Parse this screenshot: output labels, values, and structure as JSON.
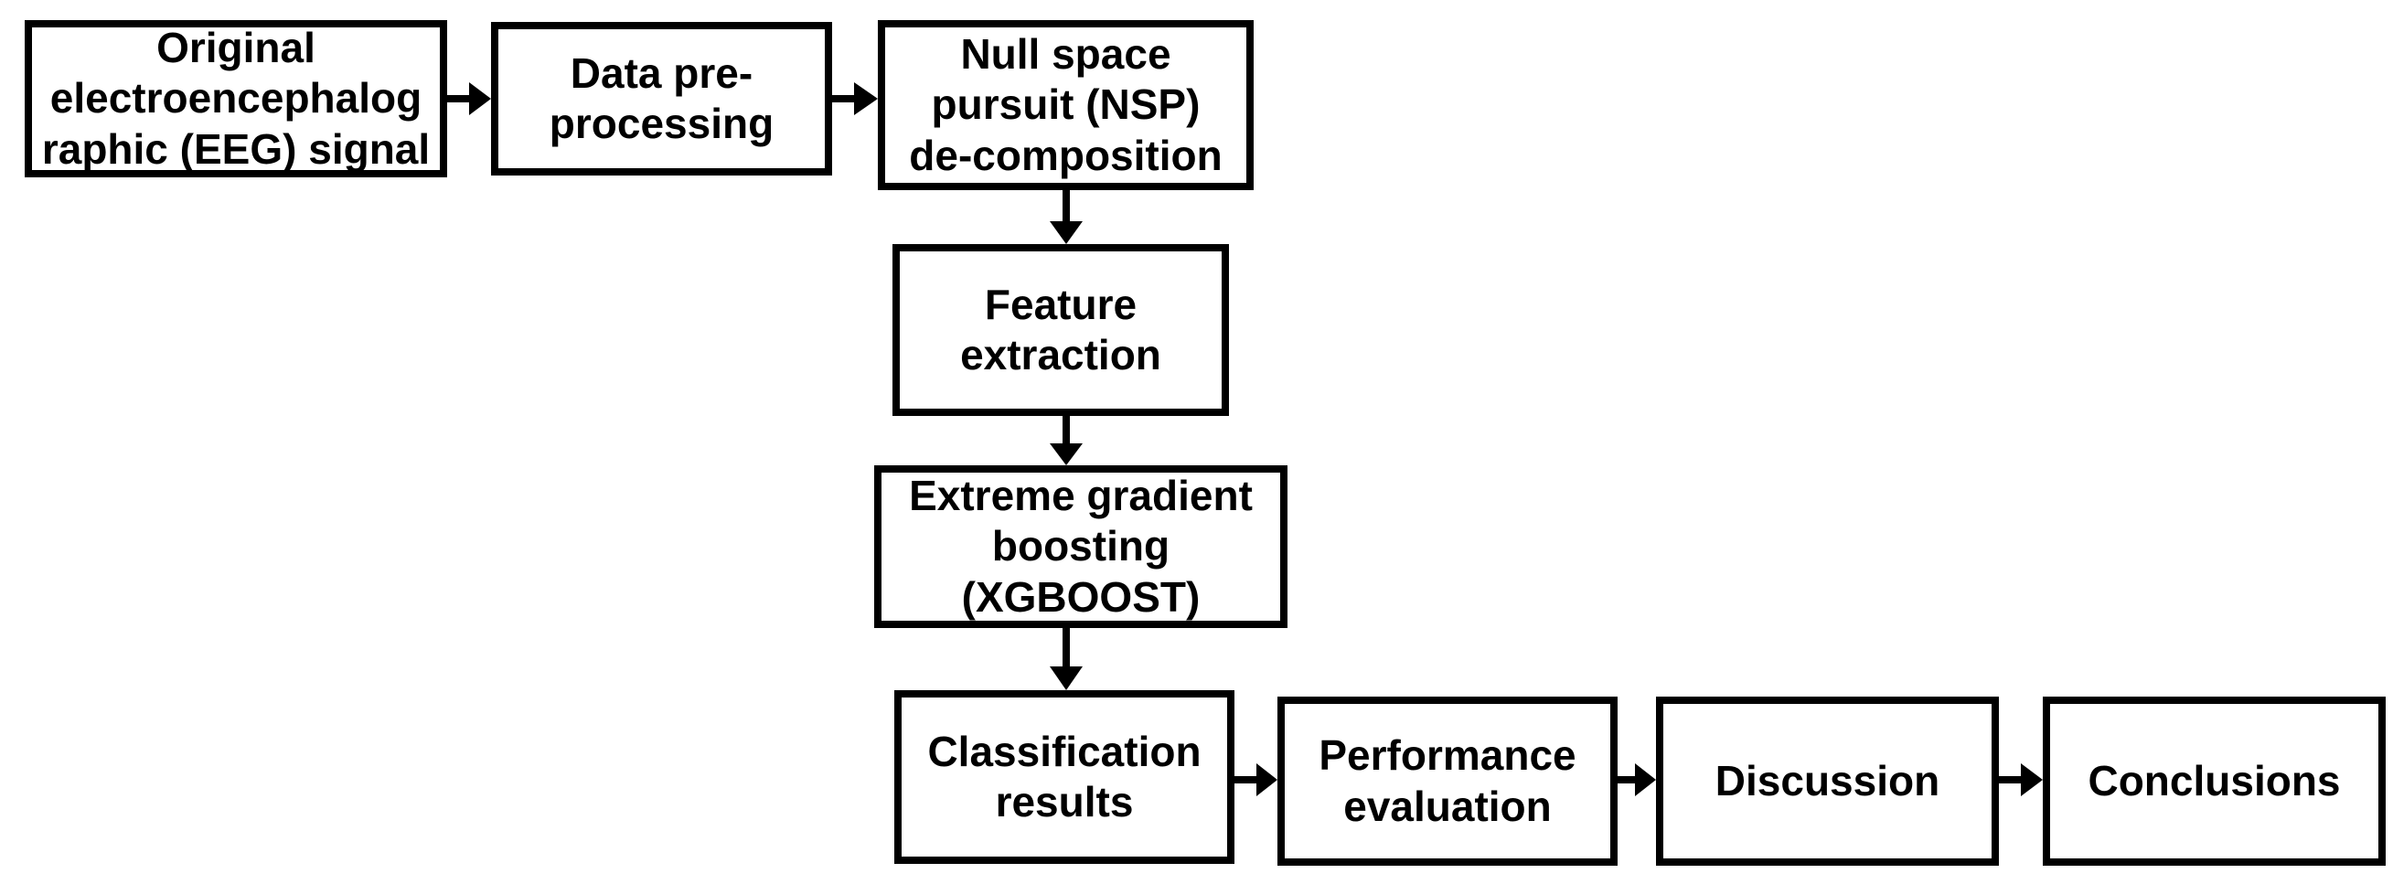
{
  "diagram": {
    "background_color": "#ffffff",
    "box_border_color": "#000000",
    "text_color": "#000000",
    "arrow_color": "#000000",
    "nodes": [
      {
        "id": "eeg-signal",
        "label": "Original electroencephalographic (EEG) signal",
        "lines": [
          "Original",
          "electroencephalog",
          "raphic (EEG) signal"
        ]
      },
      {
        "id": "data-preprocessing",
        "label": "Data pre-processing",
        "lines": [
          "Data pre-",
          "processing"
        ]
      },
      {
        "id": "nsp-decomposition",
        "label": "Null space pursuit (NSP) de-composition",
        "lines": [
          "Null space",
          "pursuit (NSP)",
          "de-composition"
        ]
      },
      {
        "id": "feature-extraction",
        "label": "Feature extraction",
        "lines": [
          "Feature",
          "extraction"
        ]
      },
      {
        "id": "xgboost",
        "label": "Extreme gradient boosting (XGBOOST)",
        "lines": [
          "Extreme gradient",
          "boosting",
          "(XGBOOST)"
        ]
      },
      {
        "id": "classification-results",
        "label": "Classification results",
        "lines": [
          "Classification",
          "results"
        ]
      },
      {
        "id": "performance-evaluation",
        "label": "Performance evaluation",
        "lines": [
          "Performance",
          "evaluation"
        ]
      },
      {
        "id": "discussion",
        "label": "Discussion",
        "lines": [
          "Discussion"
        ]
      },
      {
        "id": "conclusions",
        "label": "Conclusions",
        "lines": [
          "Conclusions"
        ]
      }
    ],
    "edges": [
      {
        "from": "eeg-signal",
        "to": "data-preprocessing",
        "direction": "right"
      },
      {
        "from": "data-preprocessing",
        "to": "nsp-decomposition",
        "direction": "right"
      },
      {
        "from": "nsp-decomposition",
        "to": "feature-extraction",
        "direction": "down"
      },
      {
        "from": "feature-extraction",
        "to": "xgboost",
        "direction": "down"
      },
      {
        "from": "xgboost",
        "to": "classification-results",
        "direction": "down"
      },
      {
        "from": "classification-results",
        "to": "performance-evaluation",
        "direction": "right"
      },
      {
        "from": "performance-evaluation",
        "to": "discussion",
        "direction": "right"
      },
      {
        "from": "discussion",
        "to": "conclusions",
        "direction": "right"
      }
    ]
  }
}
